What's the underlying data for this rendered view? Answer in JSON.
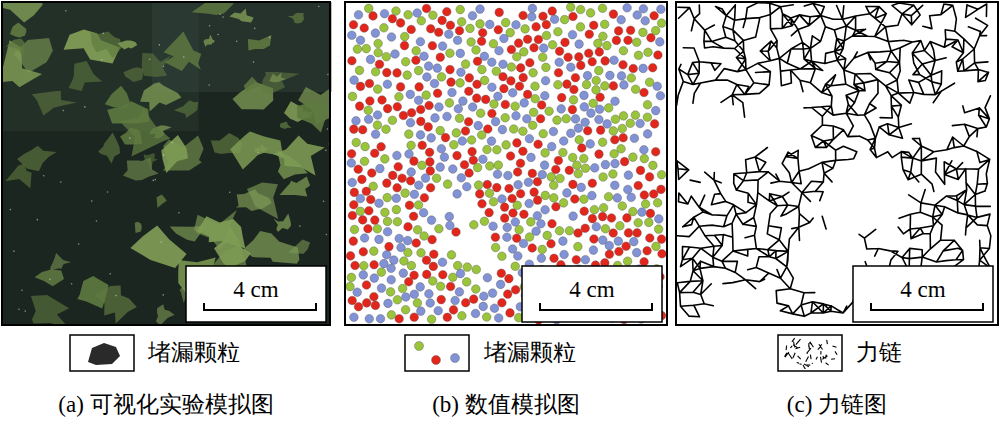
{
  "diagram": {
    "labels": [
      "4 cm",
      "4 cm",
      "4 cm",
      "(a) 可视化实验模拟图",
      "(b) 数值模拟图",
      "(c) 力链图"
    ],
    "legend": [
      {
        "text": "堵漏颗粒"
      },
      {
        "text": "堵漏颗粒"
      },
      {
        "text": "力链"
      }
    ]
  }
}
